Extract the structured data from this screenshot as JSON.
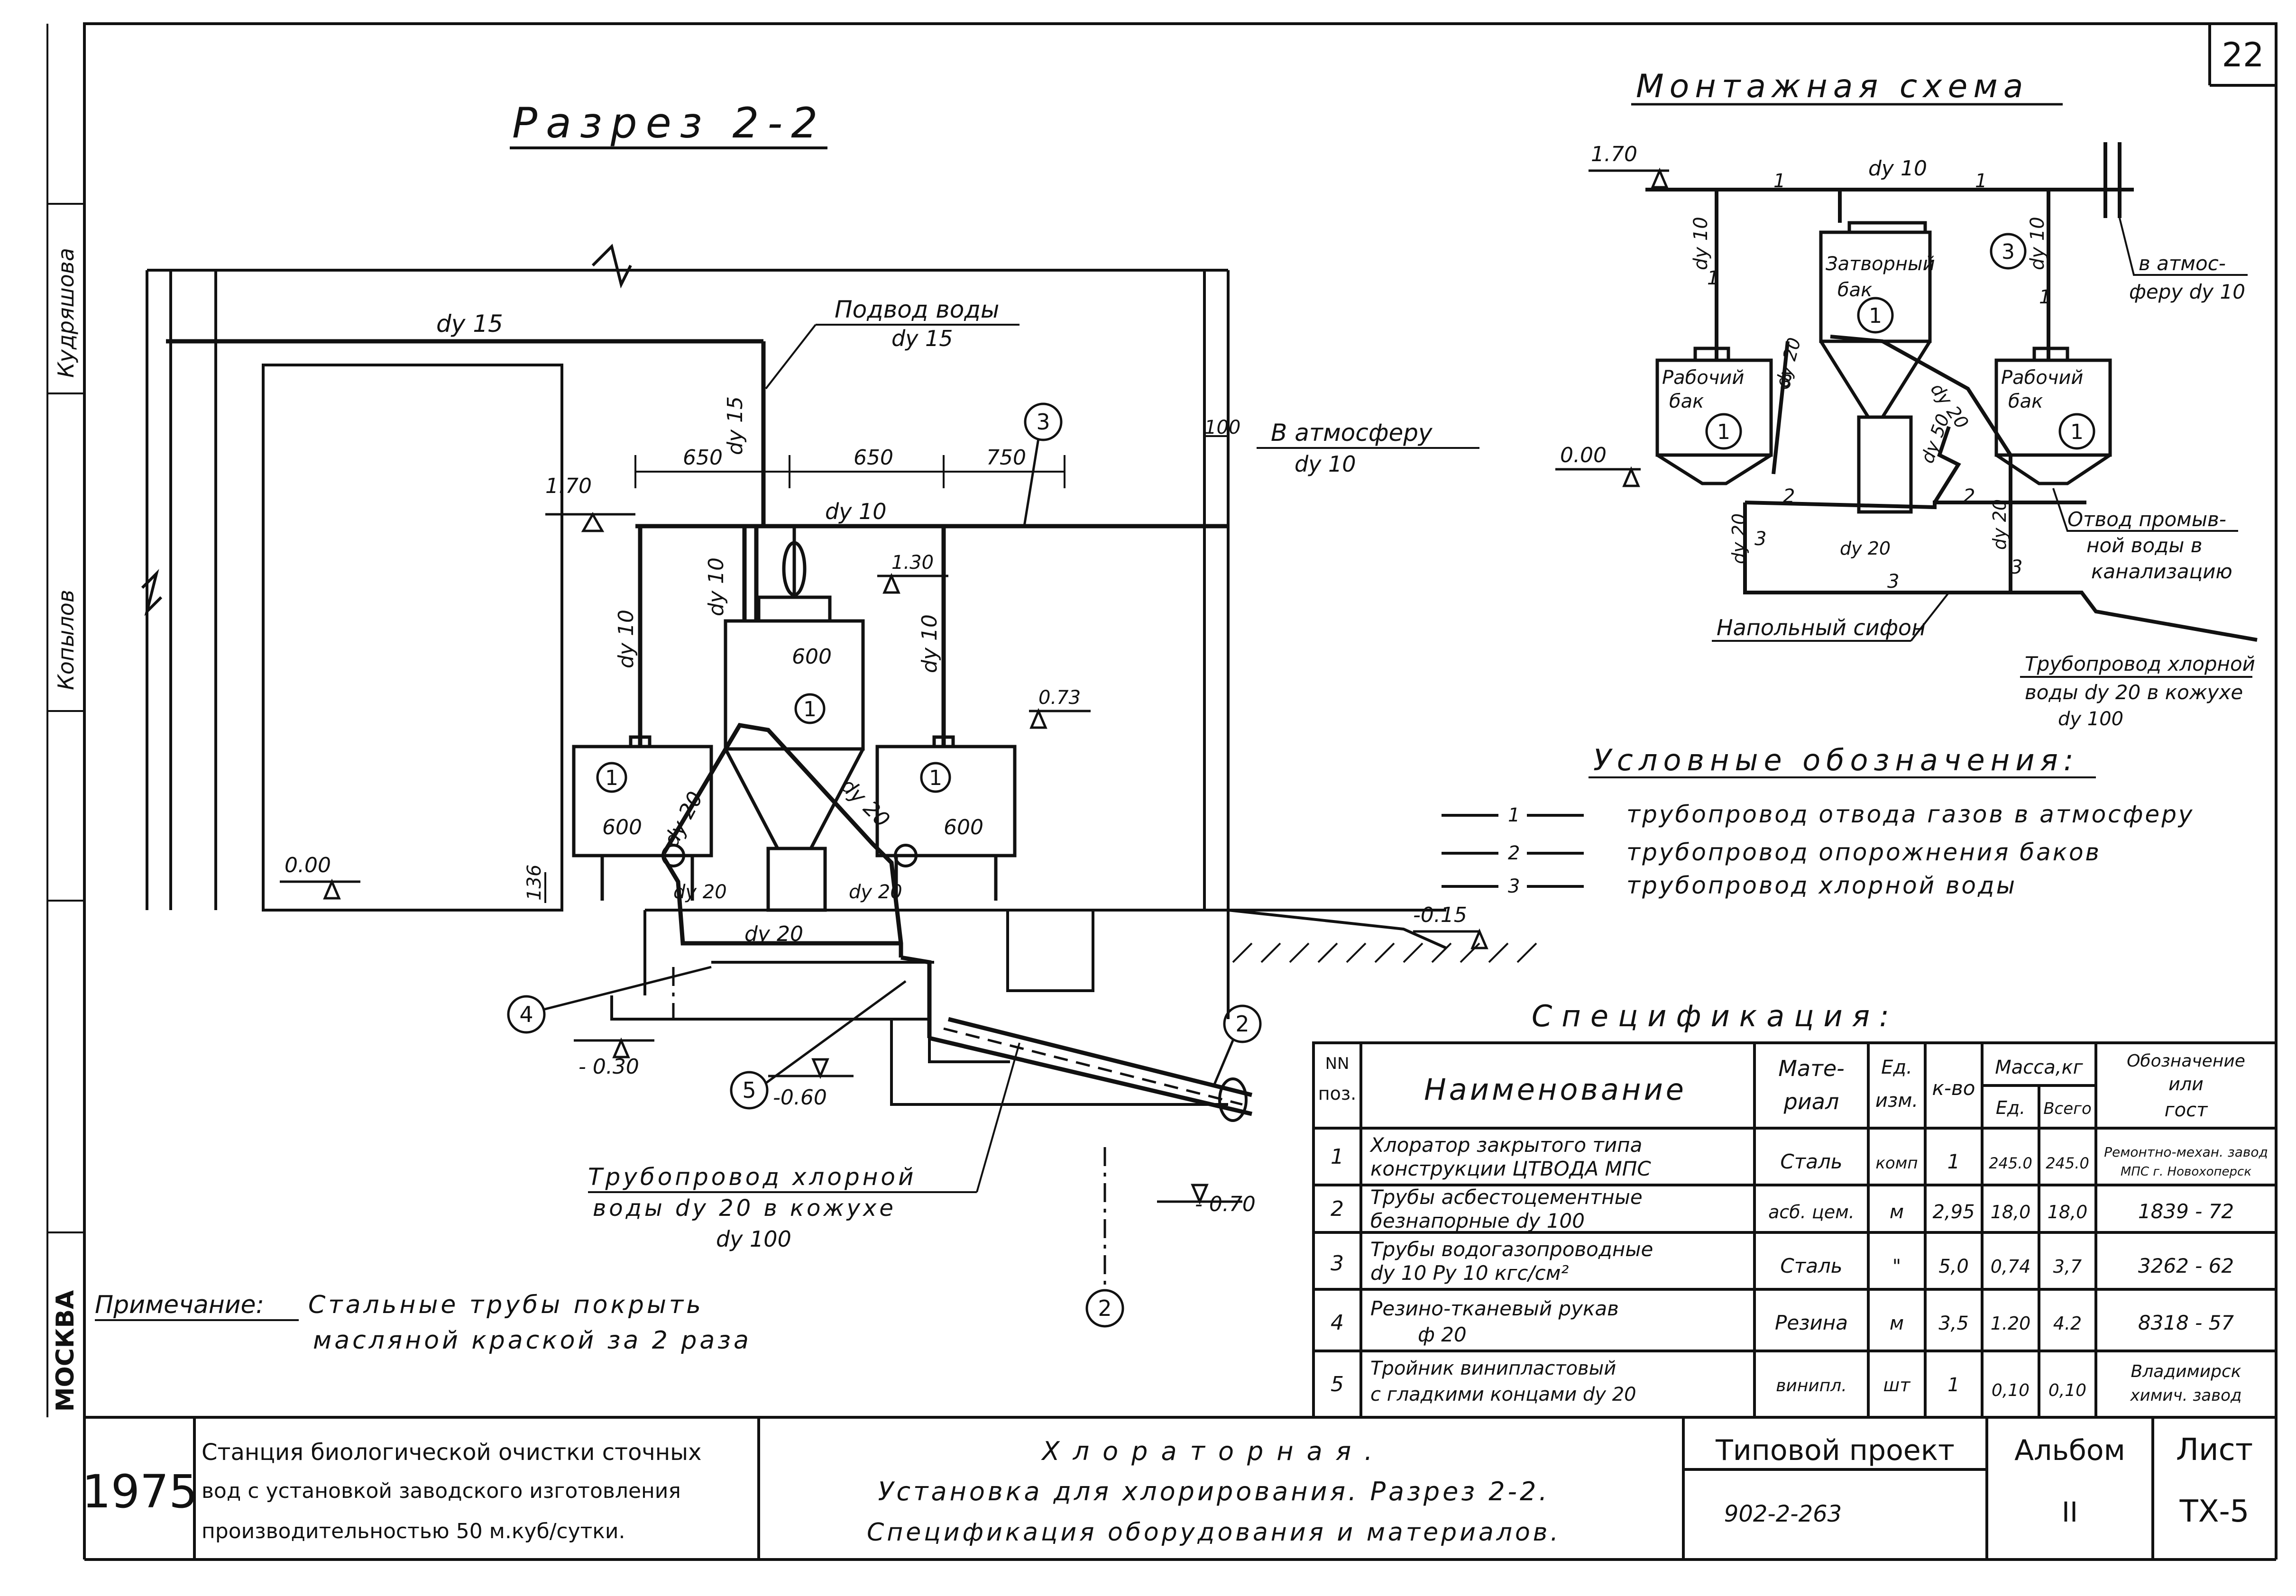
{
  "sheet": {
    "number": "22"
  },
  "section": {
    "title": "Разрез 2-2",
    "pipes": {
      "top_dy": "dу 15",
      "supply_label": "Подвод воды",
      "supply_dy": "dу 15",
      "riser_dy15": "dу 15",
      "vent_dy": "dу 10",
      "atm_label": "В атмосферу",
      "atm_dy": "dу 10",
      "left_dy": "dу 10",
      "mid_dy": "dу 10",
      "right_dy": "dу 10",
      "diag_left": "dу 20",
      "diag_right": "dу 20",
      "bottom_left": "dу 20",
      "bottom_right": "dу 20",
      "floor_dy": "dу 20"
    },
    "dims": {
      "d650a": "650",
      "d650b": "650",
      "d750": "750",
      "d100": "100",
      "d136": "136",
      "cap_left": "600",
      "cap_center": "600",
      "cap_right": "600"
    },
    "levels": {
      "l170": "1.70",
      "l130": "1.30",
      "l073": "0.73",
      "l000": "0.00",
      "lm015": "-0.15",
      "lm030": "- 0.30",
      "lm060": "-0.60",
      "lm070": "- 0.70"
    },
    "callouts": {
      "c1a": "1",
      "c1b": "1",
      "c1c": "1",
      "c2a": "2",
      "c2b": "2",
      "c3": "3",
      "c4": "4",
      "c5": "5"
    },
    "chlorine_line": {
      "line1": "Трубопровод хлорной",
      "line2": "воды dу 20 в кожухе",
      "line3": "dу 100"
    },
    "note": {
      "label": "Примечание:",
      "line1": "Стальные трубы покрыть",
      "line2": "масляной краской за 2 раза"
    }
  },
  "scheme": {
    "title": "Монтажная схема",
    "l170": "1.70",
    "l000": "0.00",
    "top_dy": "dу 10",
    "left_vert_dy": "dу 10",
    "right_vert_dy": "dу 10",
    "n1a": "1",
    "n1b": "1",
    "n1c": "1",
    "n1d": "1",
    "n2a": "2",
    "n2b": "2",
    "n3a": "3",
    "n3b": "3",
    "n3c": "3",
    "n3d": "3",
    "callout3": "3",
    "vent_label": "в атмос-",
    "vent_label2": "феру dу 10",
    "gate_tank": "Затворный",
    "gate_tank2": "бак",
    "work_left": "Рабочий",
    "work_left2": "бак",
    "work_right": "Рабочий",
    "work_right2": "бак",
    "tank_num_left": "1",
    "tank_num_center": "1",
    "tank_num_right": "1",
    "dy20a": "dу 20",
    "dy20b": "dу 20",
    "dy20c": "dу 20",
    "dy20d": "dу 20",
    "dy20e": "dу 20",
    "dy50": "dу 50",
    "drain1": "Отвод промыв-",
    "drain2": "ной воды в",
    "drain3": "канализацию",
    "siphon": "Напольный сифон",
    "chlor1": "Трубопровод хлорной",
    "chlor2": "воды dу 20 в кожухе",
    "chlor3": "dу 100"
  },
  "legend": {
    "title": "Условные обозначения:",
    "items": [
      {
        "code": "1",
        "text": "трубопровод отвода газов в атмосферу"
      },
      {
        "code": "2",
        "text": "трубопровод опорожнения баков"
      },
      {
        "code": "3",
        "text": "трубопровод хлорной воды"
      }
    ]
  },
  "spec": {
    "title": "Спецификация:",
    "headers": {
      "pos1": "NN",
      "pos2": "поз.",
      "name": "Наименование",
      "mat1": "Мате-",
      "mat2": "риал",
      "unit1": "Ед.",
      "unit2": "изм.",
      "qty": "к-во",
      "mass": "Масса,кг",
      "mass_unit": "Ед.",
      "mass_total": "Всего",
      "ref1": "Обозначение",
      "ref2": "или",
      "ref3": "гост"
    },
    "rows": [
      {
        "pos": "1",
        "name1": "Хлоратор закрытого типа",
        "name2": "конструкции ЦТВОДА МПС",
        "material": "Сталь",
        "unit": "комп",
        "qty": "1",
        "mass_unit": "245.0",
        "mass_total": "245.0",
        "ref1": "Ремонтно-механ. завод",
        "ref2": "МПС г. Новохоперск"
      },
      {
        "pos": "2",
        "name1": "Трубы асбестоцементные",
        "name2": "безнапорные dу 100",
        "material": "асб. цем.",
        "unit": "м",
        "qty": "2,95",
        "mass_unit": "18,0",
        "mass_total": "18,0",
        "ref1": "1839 - 72",
        "ref2": ""
      },
      {
        "pos": "3",
        "name1": "Трубы водогазопроводные",
        "name2": "dу 10 Ру 10 кгс/см²",
        "material": "Сталь",
        "unit": "\"",
        "qty": "5,0",
        "mass_unit": "0,74",
        "mass_total": "3,7",
        "ref1": "3262 - 62",
        "ref2": ""
      },
      {
        "pos": "4",
        "name1": "Резино-тканевый рукав",
        "name2": "ф 20",
        "material": "Резина",
        "unit": "м",
        "qty": "3,5",
        "mass_unit": "1.20",
        "mass_total": "4.2",
        "ref1": "8318 - 57",
        "ref2": ""
      },
      {
        "pos": "5",
        "name1": "Тройник винипластовый",
        "name2": "с гладкими концами dу 20",
        "material": "винипл.",
        "unit": "шт",
        "qty": "1",
        "mass_unit": "0,10",
        "mass_total": "0,10",
        "ref1": "Владимирск",
        "ref2": "химич. завод"
      }
    ]
  },
  "titleblock": {
    "year": "1975",
    "station1": "Станция биологической очистки сточных",
    "station2": "вод с установкой заводского изготовления",
    "station3": "производительностью 50 м.куб/сутки.",
    "drawing1": "Хлораторная.",
    "drawing2": "Установка для хлорирования. Разрез 2-2.",
    "drawing3": "Спецификация оборудования и материалов.",
    "project_label": "Типовой проект",
    "project_code": "902-2-263",
    "album_label": "Альбом",
    "album_no": "II",
    "sheet_label": "Лист",
    "sheet_code": "ТХ-5"
  },
  "margin": {
    "city": "МОСКВА",
    "name1": "Кудряшова",
    "name2": "Копылов"
  }
}
